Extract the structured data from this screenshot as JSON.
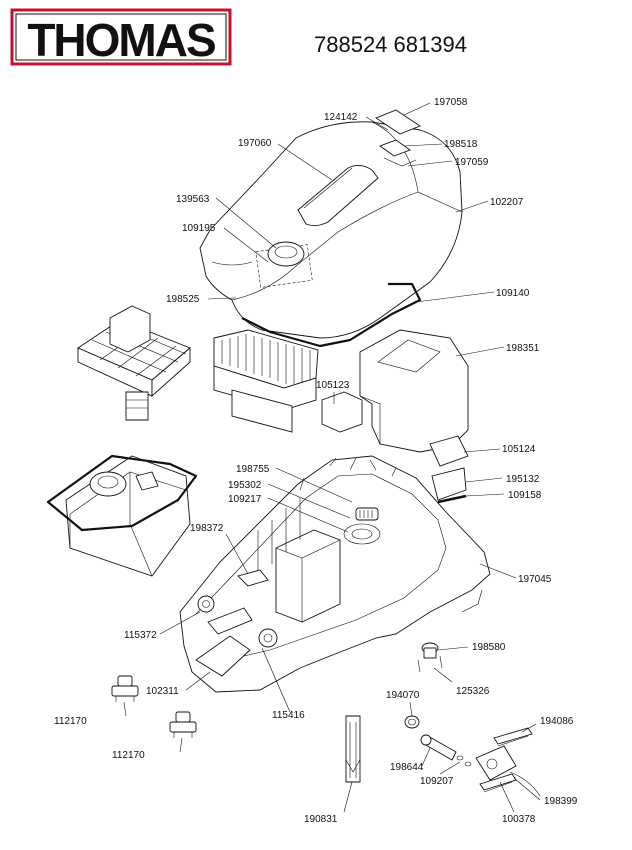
{
  "brand": {
    "logo_text": "THOMAS",
    "frame_color": "#c8102e"
  },
  "header": {
    "model_numbers": "788524 681394"
  },
  "parts": [
    {
      "id": "p197058",
      "label": "197058"
    },
    {
      "id": "p124142",
      "label": "124142"
    },
    {
      "id": "p198518",
      "label": "198518"
    },
    {
      "id": "p197059",
      "label": "197059"
    },
    {
      "id": "p197060",
      "label": "197060"
    },
    {
      "id": "p102207",
      "label": "102207"
    },
    {
      "id": "p139563",
      "label": "139563"
    },
    {
      "id": "p109195",
      "label": "109195"
    },
    {
      "id": "p198525",
      "label": "198525"
    },
    {
      "id": "p109140",
      "label": "109140"
    },
    {
      "id": "p198351",
      "label": "198351"
    },
    {
      "id": "p105123",
      "label": "105123"
    },
    {
      "id": "p105124",
      "label": "105124"
    },
    {
      "id": "p198755",
      "label": "198755"
    },
    {
      "id": "p195302",
      "label": "195302"
    },
    {
      "id": "p109217",
      "label": "109217"
    },
    {
      "id": "p195132",
      "label": "195132"
    },
    {
      "id": "p109158",
      "label": "109158"
    },
    {
      "id": "p198372",
      "label": "198372"
    },
    {
      "id": "p197045",
      "label": "197045"
    },
    {
      "id": "p115372",
      "label": "115372"
    },
    {
      "id": "p198580",
      "label": "198580"
    },
    {
      "id": "p125326",
      "label": "125326"
    },
    {
      "id": "p102311",
      "label": "102311"
    },
    {
      "id": "p115416",
      "label": "115416"
    },
    {
      "id": "p194070",
      "label": "194070"
    },
    {
      "id": "p194086",
      "label": "194086"
    },
    {
      "id": "p112170a",
      "label": "112170"
    },
    {
      "id": "p112170b",
      "label": "112170"
    },
    {
      "id": "p198644",
      "label": "198644"
    },
    {
      "id": "p109207",
      "label": "109207"
    },
    {
      "id": "p198399",
      "label": "198399"
    },
    {
      "id": "p100378",
      "label": "100378"
    },
    {
      "id": "p190831",
      "label": "190831"
    }
  ]
}
